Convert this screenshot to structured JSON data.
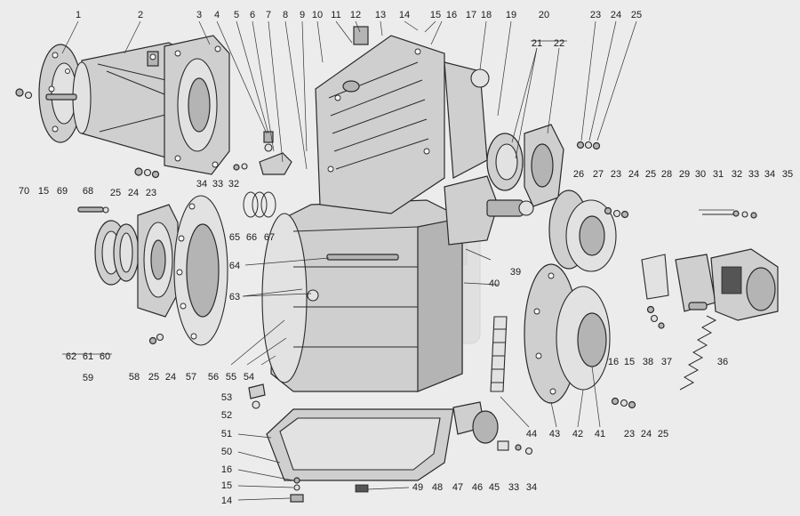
{
  "diagram": {
    "labels": [
      {
        "id": "1",
        "text": "1"
      },
      {
        "id": "2",
        "text": "2"
      },
      {
        "id": "3",
        "text": "3"
      },
      {
        "id": "4",
        "text": "4"
      },
      {
        "id": "5",
        "text": "5"
      },
      {
        "id": "6",
        "text": "6"
      },
      {
        "id": "7",
        "text": "7"
      },
      {
        "id": "8",
        "text": "8"
      },
      {
        "id": "9",
        "text": "9"
      },
      {
        "id": "10",
        "text": "10"
      },
      {
        "id": "11",
        "text": "11"
      },
      {
        "id": "12",
        "text": "12"
      },
      {
        "id": "13",
        "text": "13"
      },
      {
        "id": "14t",
        "text": "14"
      },
      {
        "id": "15t",
        "text": "15"
      },
      {
        "id": "16t",
        "text": "16"
      },
      {
        "id": "17",
        "text": "17"
      },
      {
        "id": "18",
        "text": "18"
      },
      {
        "id": "19",
        "text": "19"
      },
      {
        "id": "20",
        "text": "20"
      },
      {
        "id": "21",
        "text": "21"
      },
      {
        "id": "22",
        "text": "22"
      },
      {
        "id": "23t",
        "text": "23"
      },
      {
        "id": "24t",
        "text": "24"
      },
      {
        "id": "25t",
        "text": "25"
      },
      {
        "id": "70",
        "text": "70"
      },
      {
        "id": "15a",
        "text": "15"
      },
      {
        "id": "69",
        "text": "69"
      },
      {
        "id": "25b",
        "text": "25"
      },
      {
        "id": "24b",
        "text": "24"
      },
      {
        "id": "23b",
        "text": "23"
      },
      {
        "id": "34a",
        "text": "34"
      },
      {
        "id": "33a",
        "text": "33"
      },
      {
        "id": "32a",
        "text": "32"
      },
      {
        "id": "68",
        "text": "68"
      },
      {
        "id": "65",
        "text": "65"
      },
      {
        "id": "66",
        "text": "66"
      },
      {
        "id": "67",
        "text": "67"
      },
      {
        "id": "26",
        "text": "26"
      },
      {
        "id": "27",
        "text": "27"
      },
      {
        "id": "23c",
        "text": "23"
      },
      {
        "id": "24c",
        "text": "24"
      },
      {
        "id": "25c",
        "text": "25"
      },
      {
        "id": "28",
        "text": "28"
      },
      {
        "id": "29",
        "text": "29"
      },
      {
        "id": "30",
        "text": "30"
      },
      {
        "id": "31",
        "text": "31"
      },
      {
        "id": "32b",
        "text": "32"
      },
      {
        "id": "33b",
        "text": "33"
      },
      {
        "id": "34b",
        "text": "34"
      },
      {
        "id": "35",
        "text": "35"
      },
      {
        "id": "64",
        "text": "64"
      },
      {
        "id": "63",
        "text": "63"
      },
      {
        "id": "39",
        "text": "39"
      },
      {
        "id": "40",
        "text": "40"
      },
      {
        "id": "62",
        "text": "62"
      },
      {
        "id": "61",
        "text": "61"
      },
      {
        "id": "60",
        "text": "60"
      },
      {
        "id": "59",
        "text": "59"
      },
      {
        "id": "58",
        "text": "58"
      },
      {
        "id": "25d",
        "text": "25"
      },
      {
        "id": "24d",
        "text": "24"
      },
      {
        "id": "57",
        "text": "57"
      },
      {
        "id": "56",
        "text": "56"
      },
      {
        "id": "55",
        "text": "55"
      },
      {
        "id": "54",
        "text": "54"
      },
      {
        "id": "16b",
        "text": "16"
      },
      {
        "id": "15b",
        "text": "15"
      },
      {
        "id": "38",
        "text": "38"
      },
      {
        "id": "37",
        "text": "37"
      },
      {
        "id": "36",
        "text": "36"
      },
      {
        "id": "53",
        "text": "53"
      },
      {
        "id": "52",
        "text": "52"
      },
      {
        "id": "51",
        "text": "51"
      },
      {
        "id": "50",
        "text": "50"
      },
      {
        "id": "16c",
        "text": "16"
      },
      {
        "id": "15c",
        "text": "15"
      },
      {
        "id": "14c",
        "text": "14"
      },
      {
        "id": "49",
        "text": "49"
      },
      {
        "id": "48",
        "text": "48"
      },
      {
        "id": "47",
        "text": "47"
      },
      {
        "id": "46",
        "text": "46"
      },
      {
        "id": "45",
        "text": "45"
      },
      {
        "id": "33c",
        "text": "33"
      },
      {
        "id": "34c",
        "text": "34"
      },
      {
        "id": "44",
        "text": "44"
      },
      {
        "id": "43",
        "text": "43"
      },
      {
        "id": "42",
        "text": "42"
      },
      {
        "id": "41",
        "text": "41"
      },
      {
        "id": "23e",
        "text": "23"
      },
      {
        "id": "24e",
        "text": "24"
      },
      {
        "id": "25e",
        "text": "25"
      }
    ]
  }
}
